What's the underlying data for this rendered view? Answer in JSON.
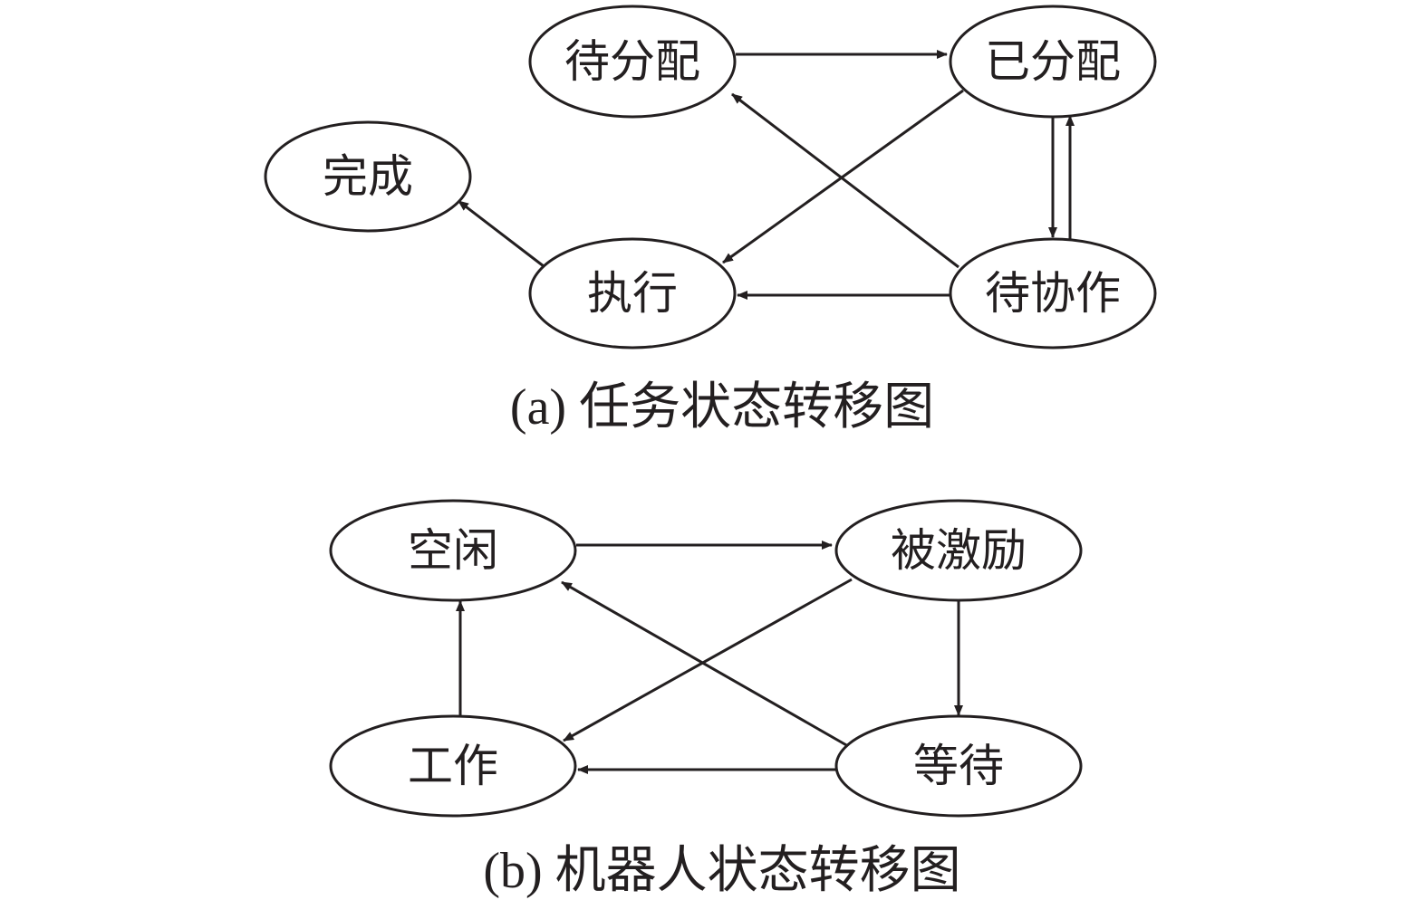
{
  "diagram_a": {
    "caption": "(a) 任务状态转移图",
    "nodes": {
      "pending_assign": "待分配",
      "assigned": "已分配",
      "done": "完成",
      "executing": "执行",
      "pending_collab": "待协作"
    }
  },
  "diagram_b": {
    "caption": "(b) 机器人状态转移图",
    "nodes": {
      "idle": "空闲",
      "activated": "被激励",
      "working": "工作",
      "waiting": "等待"
    }
  },
  "colors": {
    "stroke": "#231f20",
    "background": "#ffffff"
  }
}
